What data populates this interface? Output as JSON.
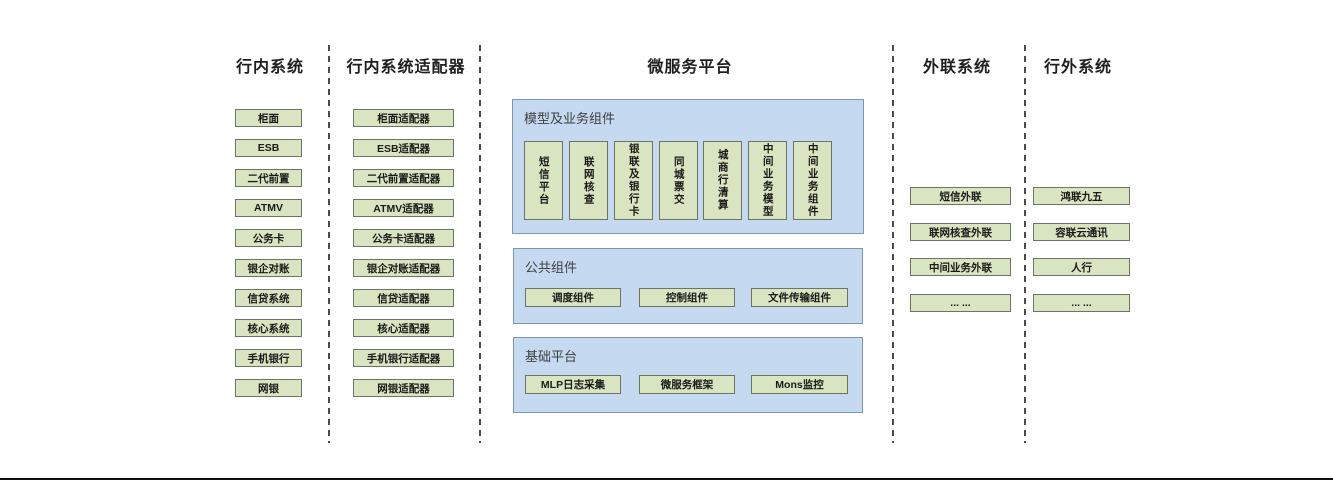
{
  "col_internal": {
    "header": "行内系统",
    "items": [
      "柜面",
      "ESB",
      "二代前置",
      "ATMV",
      "公务卡",
      "银企对账",
      "信贷系统",
      "核心系统",
      "手机银行",
      "网银"
    ]
  },
  "col_adapters": {
    "header": "行内系统适配器",
    "items": [
      "柜面适配器",
      "ESB适配器",
      "二代前置适配器",
      "ATMV适配器",
      "公务卡适配器",
      "银企对账适配器",
      "信贷适配器",
      "核心适配器",
      "手机银行适配器",
      "网银适配器"
    ]
  },
  "platform": {
    "header": "微服务平台",
    "model_section": {
      "label": "模型及业务组件",
      "items": [
        "短信平台",
        "联网核查",
        "银联及银行卡",
        "同城票交",
        "城商行清算",
        "中间业务模型",
        "中间业务组件"
      ]
    },
    "common_section": {
      "label": "公共组件",
      "items": [
        "调度组件",
        "控制组件",
        "文件传输组件"
      ]
    },
    "base_section": {
      "label": "基础平台",
      "items": [
        "MLP日志采集",
        "微服务框架",
        "Mons监控"
      ]
    }
  },
  "col_outreach": {
    "header": "外联系统",
    "items": [
      "短信外联",
      "联网核查外联",
      "中间业务外联",
      "... ..."
    ]
  },
  "col_external": {
    "header": "行外系统",
    "items": [
      "鸿联九五",
      "容联云通讯",
      "人行",
      "... ..."
    ]
  },
  "colors": {
    "green_fill": "#d9e5c1",
    "green_border": "#6e7465",
    "blue_fill": "#c5d9f1",
    "blue_border": "#7e96ad",
    "dashed_line": "#4a4a4a",
    "bottom_rule": "#0d0d0d"
  }
}
